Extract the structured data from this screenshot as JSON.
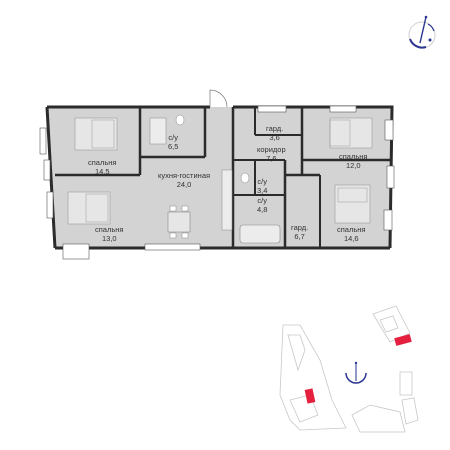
{
  "plan": {
    "rooms": [
      {
        "id": "bedroom-1",
        "name": "спальня",
        "area": "14,5"
      },
      {
        "id": "bath-1",
        "name": "с/у",
        "area": "6,5"
      },
      {
        "id": "kitchen",
        "name": "кухня-гостиная",
        "area": "24,0"
      },
      {
        "id": "bedroom-2",
        "name": "спальня",
        "area": "13,0"
      },
      {
        "id": "wardrobe-1",
        "name": "гард.",
        "area": "3,6"
      },
      {
        "id": "corridor",
        "name": "коридор",
        "area": "7,6"
      },
      {
        "id": "bath-2",
        "name": "с/у",
        "area": "3,4"
      },
      {
        "id": "bath-3",
        "name": "с/у",
        "area": "4,8"
      },
      {
        "id": "wardrobe-2",
        "name": "гард.",
        "area": "6,7"
      },
      {
        "id": "bedroom-3",
        "name": "спальня",
        "area": "12,0"
      },
      {
        "id": "bedroom-4",
        "name": "спальня",
        "area": "14,6"
      }
    ]
  },
  "compass": {
    "icon": "compass-icon"
  },
  "colors": {
    "wall": "#2b2b2b",
    "floor": "#d3d3d3",
    "accent": "#e5203f",
    "compass": "#2a3590",
    "site": "#c8c8c8"
  }
}
